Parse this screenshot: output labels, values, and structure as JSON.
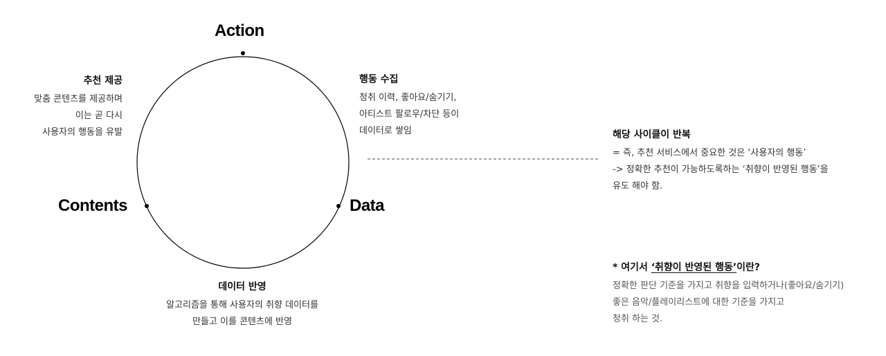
{
  "cycle": {
    "stages": {
      "action": "Action",
      "data": "Data",
      "contents": "Contents"
    },
    "top_right": {
      "title": "행동 수집",
      "lines": [
        "청취 이력, 좋아요/숨기기,",
        "아티스트 팔로우/차단 등이",
        "데이터로 쌓임"
      ]
    },
    "top_left": {
      "title": "추천 제공",
      "lines": [
        "맞춤 콘텐츠를 제공하며",
        "이는 곧 다시",
        "사용자의 행동을 유발"
      ]
    },
    "bottom": {
      "title": "데이터 반영",
      "lines": [
        "알고리즘을 통해 사용자의 취향 데이터를",
        "만들고 이를 콘텐츠에 반영"
      ]
    }
  },
  "repeat_note": {
    "title": "해당 사이클이 반복",
    "lines": [
      "= 즉, 추천 서비스에서 중요한 것은 ‘사용자의 행동’",
      "-> 정확한 추천이 가능하도록하는 ‘취향이 반영된 행동’을",
      "유도 해야 함."
    ]
  },
  "definition_note": {
    "title_prefix": "* 여기서 ",
    "title_term": "‘취향이 반영된 행동’",
    "title_suffix": "이란?",
    "lines": [
      "정확한 판단 기준을 가지고 취향을 입력하거나(좋아요/숨기기)",
      "좋은 음악/플레이리스트에 대한 기준을 가지고",
      "청취 하는 것."
    ]
  }
}
